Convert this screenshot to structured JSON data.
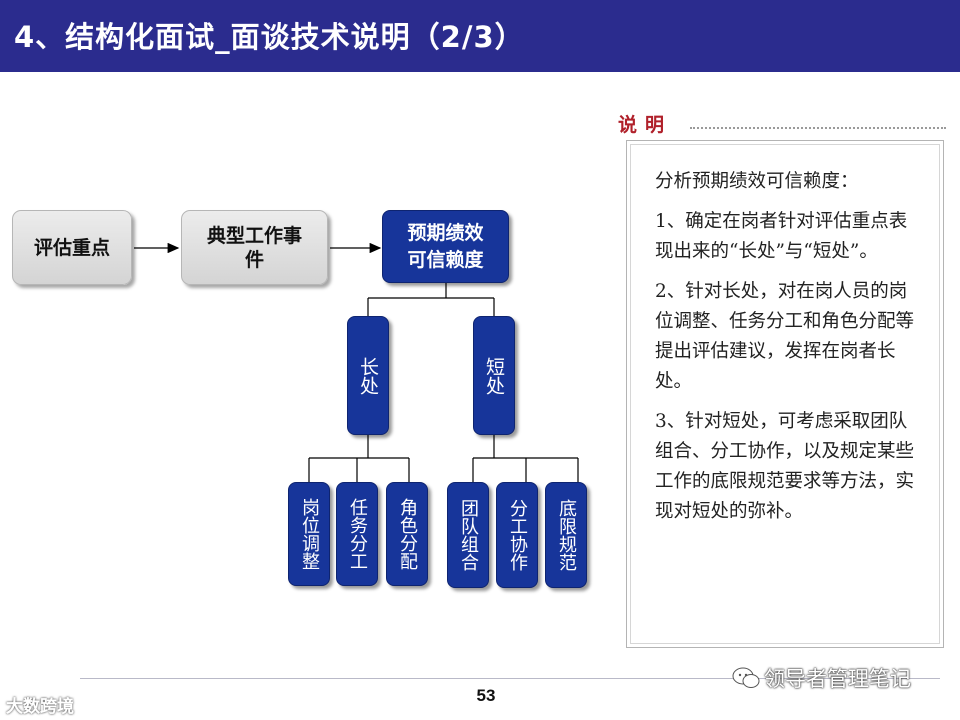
{
  "header": {
    "title": "4、结构化面试_面谈技术说明（2/3）"
  },
  "diagram": {
    "flow": [
      "评估重点",
      "典型工作事件",
      "预期绩效可信赖度"
    ],
    "main_box_lines": [
      "预期绩效",
      "可信赖度"
    ],
    "event_box_lines": [
      "典型工作事",
      "件"
    ],
    "branches": [
      {
        "label": "长处",
        "children": [
          "岗位调整",
          "任务分工",
          "角色分配"
        ]
      },
      {
        "label": "短处",
        "children": [
          "团队组合",
          "分工协作",
          "底限规范"
        ]
      }
    ]
  },
  "notes": {
    "label": "说明",
    "paragraphs": [
      "分析预期绩效可信赖度：",
      "1、确定在岗者针对评估重点表现出来的“长处”与“短处”。",
      "2、针对长处，对在岗人员的岗位调整、任务分工和角色分配等提出评估建议，发挥在岗者长处。",
      "3、针对短处，可考虑采取团队组合、分工协作，以及规定某些工作的底限规范要求等方法，实现对短处的弥补。"
    ]
  },
  "footer": {
    "page_number": "53",
    "watermark_left": "大数跨境",
    "watermark_right": "领导者管理笔记"
  },
  "colors": {
    "title_bar": "#2b2c8e",
    "box_blue": "#17359a",
    "box_gray": "#d9d9d9",
    "note_label": "#b0202a"
  }
}
